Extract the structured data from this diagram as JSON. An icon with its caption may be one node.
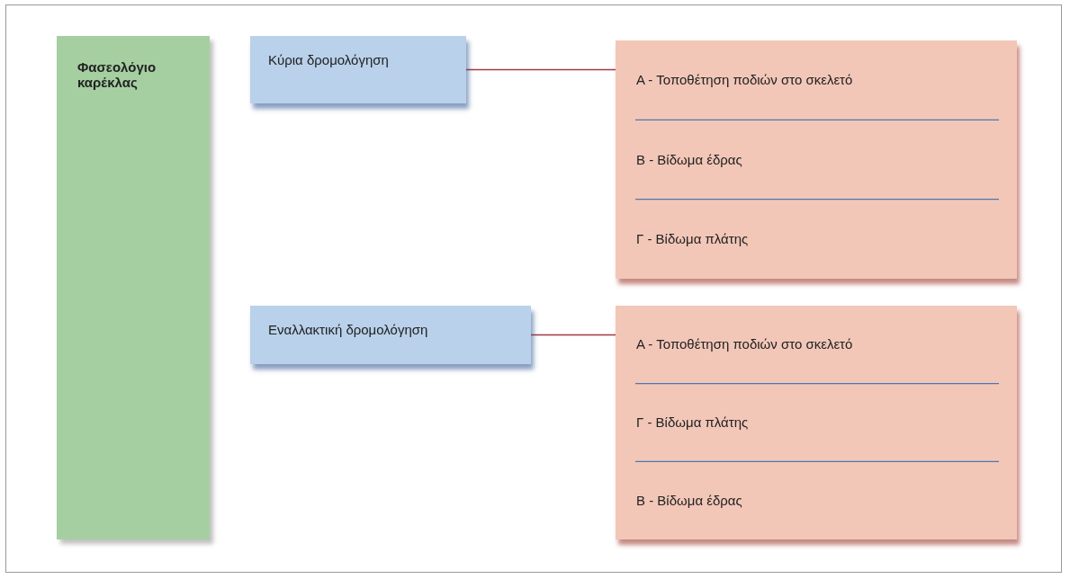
{
  "diagram": {
    "nodes": [
      {
        "text": [
          "Φασεολόγιο καρέκλας"
        ]
      },
      {
        "text": [
          "Κύρια δρομολόγηση"
        ]
      },
      {
        "text": [
          "Α - Τοποθέτηση ποδιών στο σκελετό",
          "Β - Βίδωμα έδρας",
          "Γ - Βίδωμα πλάτης"
        ]
      },
      {
        "text": [
          "Εναλλακτική δρομολόγηση"
        ]
      },
      {
        "text": [
          "Α - Τοποθέτηση ποδιών στο σκελετό",
          "Γ - Βίδωμα πλάτης",
          "Β - Βίδωμα έδρας"
        ]
      }
    ],
    "edges": [
      {
        "from": 1,
        "to": 2,
        "arrow": "none"
      },
      {
        "from": 3,
        "to": 4,
        "arrow": "none"
      }
    ]
  }
}
